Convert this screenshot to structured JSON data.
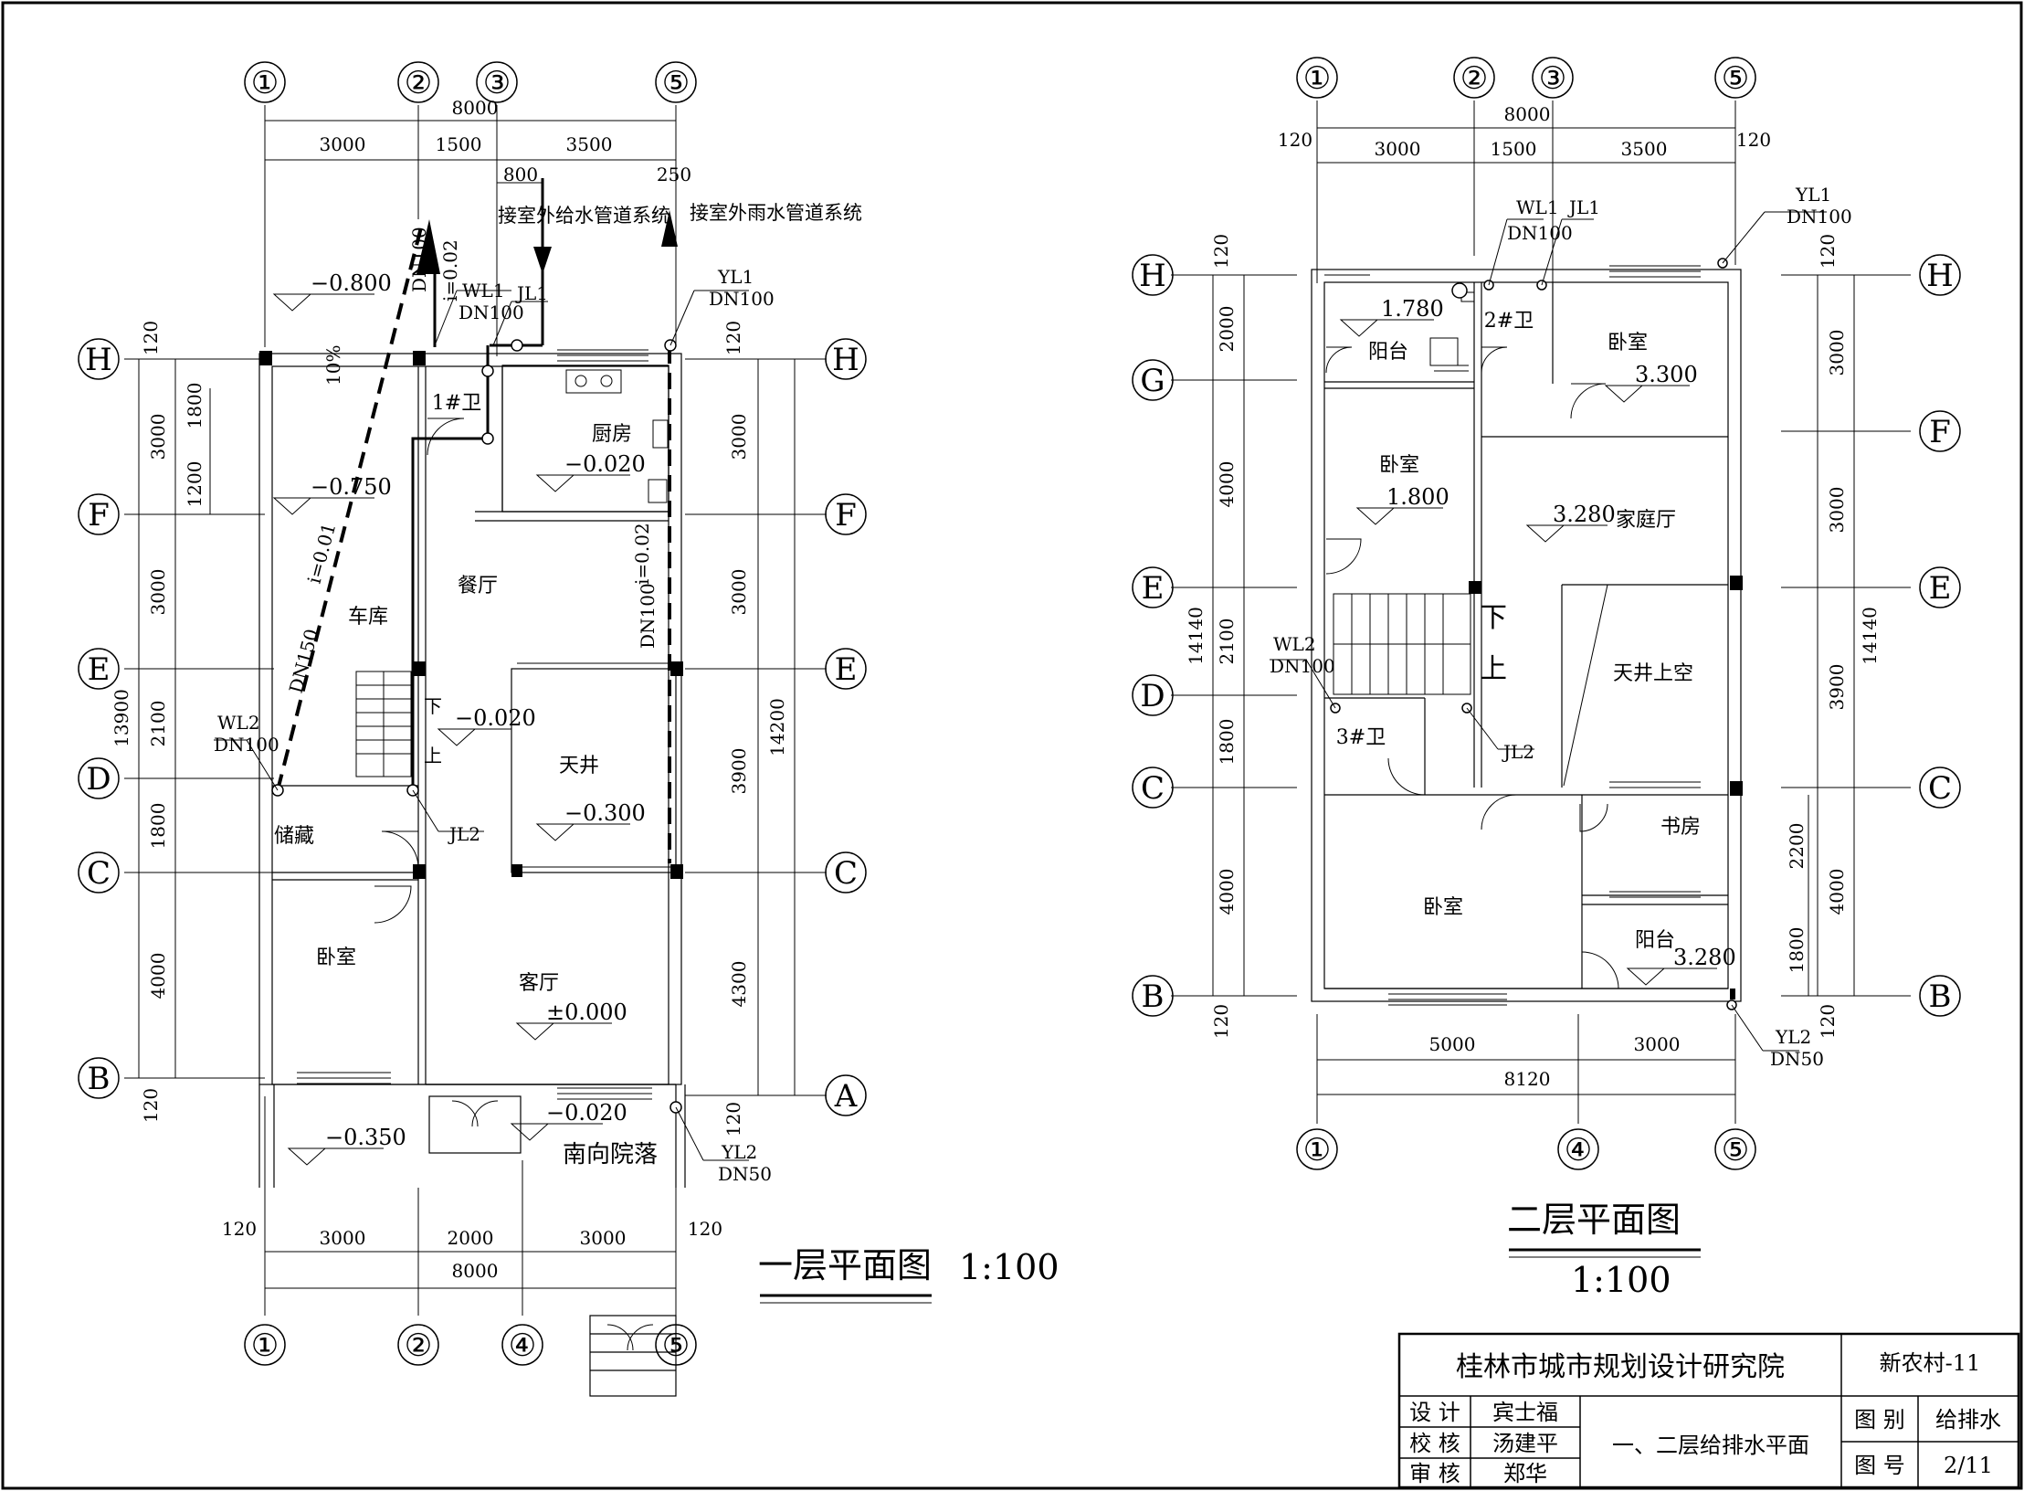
{
  "plan1": {
    "title": "一层平面图",
    "scale": "1:100",
    "axes_top": [
      "①",
      "②",
      "③",
      "⑤"
    ],
    "axes_bottom": [
      "①",
      "②",
      "④",
      "⑤"
    ],
    "axes_left": [
      "H",
      "F",
      "E",
      "D",
      "C",
      "B"
    ],
    "axes_right": [
      "H",
      "F",
      "E",
      "C",
      "A"
    ],
    "dims_top_total": "8000",
    "dims_top": [
      "3000",
      "1500",
      "3500"
    ],
    "dim_800": "800",
    "dim_250": "250",
    "dims_bottom": [
      "3000",
      "2000",
      "3000"
    ],
    "dims_bottom_total": "8000",
    "dims_left_outer": "13900",
    "dims_left": [
      "3000",
      "3000",
      "2100",
      "1800",
      "4000"
    ],
    "dims_left_inner": [
      "1800",
      "1200"
    ],
    "dims_right": [
      "3000",
      "3000",
      "3900",
      "4300"
    ],
    "dims_right_total": "14200",
    "dim_120": "120",
    "rooms": {
      "garage": "车库",
      "dining": "餐厅",
      "kitchen": "厨房",
      "bath1": "1#卫",
      "courtyard": "天井",
      "storage": "储藏",
      "bedroom": "卧室",
      "living": "客厅",
      "yard": "南向院落"
    },
    "elevations": [
      "−0.800",
      "−0.750",
      "−0.020",
      "−0.020",
      "−0.300",
      "±0.000",
      "−0.020",
      "−0.350"
    ],
    "notes": {
      "water_supply": "接室外给水管道系统",
      "rain_water": "接室外雨水管道系统",
      "wl1": "WL1",
      "dn100": "DN100",
      "jl1": "JL1",
      "yl1": "YL1",
      "wl2": "WL2",
      "jl2": "JL2",
      "yl2": "YL2",
      "dn50": "DN50",
      "dn150": "DN150",
      "slope_002": "i=0.02",
      "slope_001": "i=0.01",
      "ten_pct": "10%",
      "down": "下",
      "up": "上"
    }
  },
  "plan2": {
    "title": "二层平面图",
    "scale": "1:100",
    "axes_top": [
      "①",
      "②",
      "③",
      "⑤"
    ],
    "axes_bottom": [
      "①",
      "④",
      "⑤"
    ],
    "axes_left": [
      "H",
      "G",
      "E",
      "D",
      "C",
      "B"
    ],
    "axes_right": [
      "H",
      "F",
      "E",
      "C",
      "B"
    ],
    "dims_top_total": "8000",
    "dims_top": [
      "3000",
      "1500",
      "3500"
    ],
    "dims_bottom": [
      "5000",
      "3000"
    ],
    "dims_bottom_total": "8120",
    "dims_left": [
      "2000",
      "4000",
      "2100",
      "1800",
      "4000"
    ],
    "dims_left_total": "14140",
    "dims_right": [
      "3000",
      "3000",
      "3900",
      "4000"
    ],
    "dims_right_inner": [
      "2200",
      "1800"
    ],
    "dims_right_total": "14140",
    "dim_120": "120",
    "rooms": {
      "balcony1": "阳台",
      "bath2": "2#卫",
      "bedroom_ne": "卧室",
      "bedroom_w": "卧室",
      "family": "家庭厅",
      "void": "天井上空",
      "bath3": "3#卫",
      "study": "书房",
      "bedroom_s": "卧室",
      "balcony2": "阳台"
    },
    "elevations": [
      "1.780",
      "3.300",
      "1.800",
      "3.280",
      "3.280"
    ],
    "notes": {
      "wl1": "WL1",
      "dn100": "DN100",
      "jl1": "JL1",
      "yl1": "YL1",
      "wl2": "WL2",
      "jl2": "JL2",
      "yl2": "YL2",
      "dn50": "DN50",
      "down": "下",
      "up": "上"
    }
  },
  "title_block": {
    "institute": "桂林市城市规划设计研究院",
    "project": "新农村-11",
    "rows": [
      {
        "role": "设 计",
        "name": "宾士福"
      },
      {
        "role": "校 核",
        "name": "汤建平"
      },
      {
        "role": "审 核",
        "name": "郑华"
      }
    ],
    "drawing_name": "一、二层给排水平面",
    "category_label": "图 别",
    "category_value": "给排水",
    "number_label": "图 号",
    "number_value": "2/11"
  }
}
